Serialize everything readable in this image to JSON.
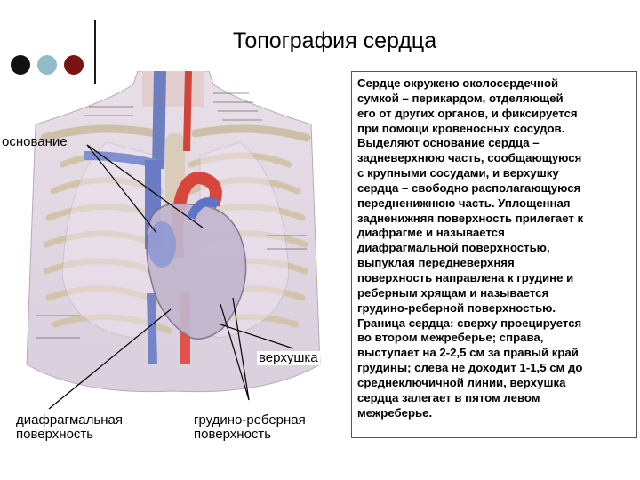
{
  "slide": {
    "title": "Топография сердца",
    "bullet_colors": [
      "#111111",
      "#8fbcc8",
      "#7a1414"
    ]
  },
  "labels": {
    "base": "основание",
    "apex": "верхушка",
    "diaphragmatic": "диафрагмальная\nповерхность",
    "sternocostal": "грудино-реберная\nповерхность"
  },
  "description": "Сердце окружено околосердечной\nсумкой – перикардом, отделяющей\nего от других органов, и фиксируется\nпри помощи кровеносных сосудов.\nВыделяют основание сердца –\nзадневерхнюю часть, сообщающуюся\nс крупными сосудами, и верхушку\nсердца – свободно располагающуюся\nпереднен­ижнюю часть. Уплощенная\nзадненижняя поверхность прилегает к\nдиафрагме и называется\nдиафрагмальной поверхностью,\nвыпуклая передневерхняя\nповерхность направлена к грудине и\nреберным хрящам и называется\nгрудино-реберной поверхностью.\nГраница сердца: сверху проецируется\nво втором межреберье; справа,\nвыступает на 2-2,5 см за правый край\nгрудины; слева не доходит 1-1,5 см до\nсреднеключичной линии, верхушка\nсердца залегает в пятом левом\nмежреберье."
}
